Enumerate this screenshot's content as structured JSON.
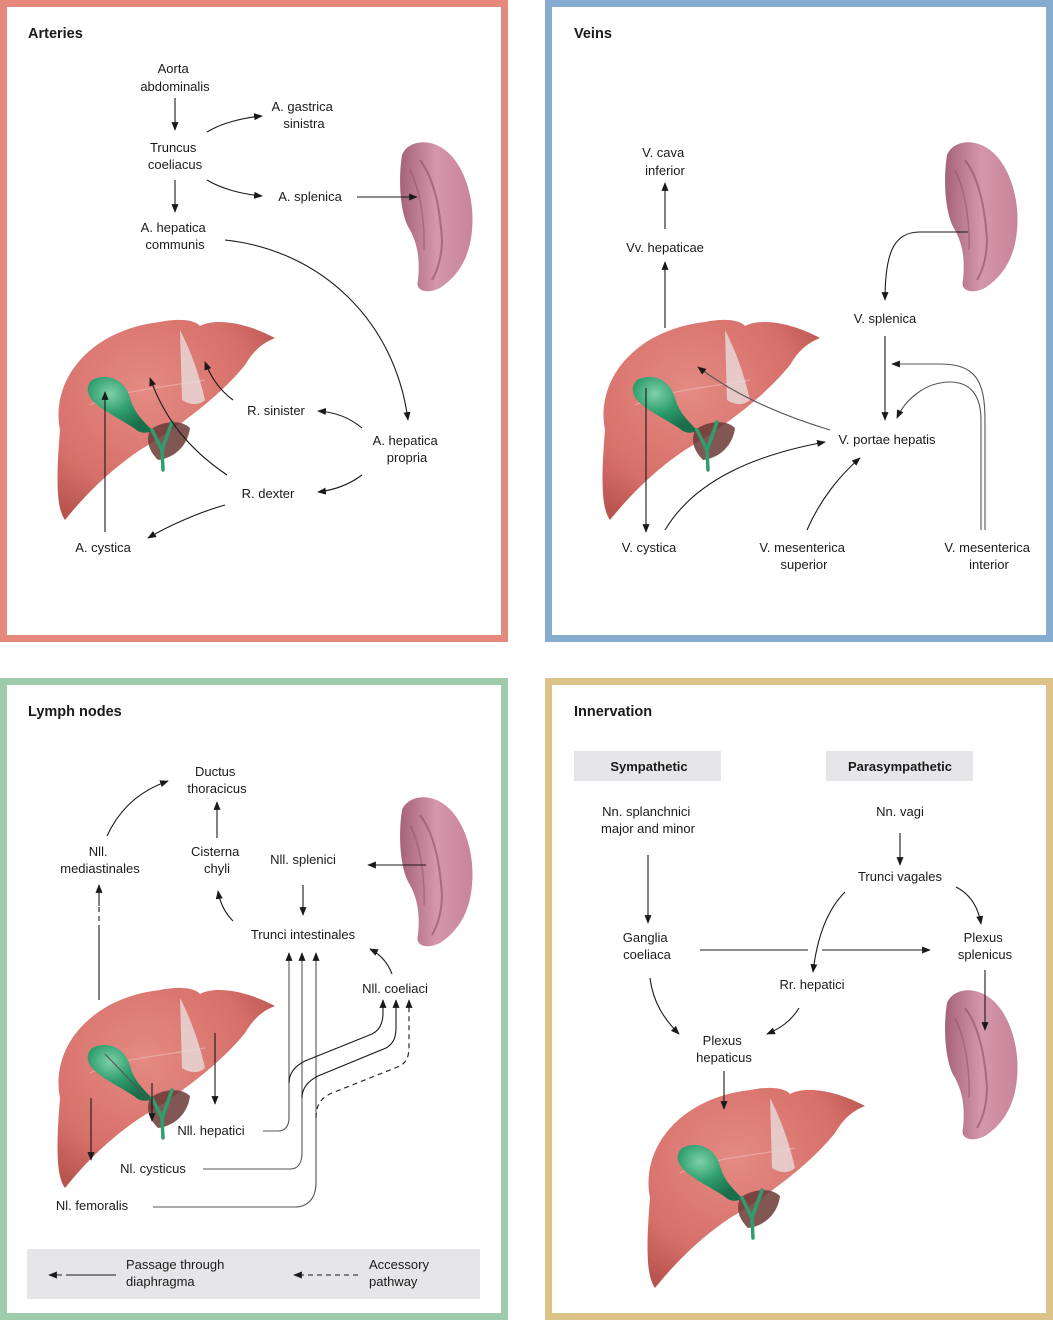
{
  "panels": {
    "arteries": {
      "title": "Arteries",
      "border_color": "#e4897c",
      "labels": {
        "aorta": [
          "Aorta",
          "abdominalis"
        ],
        "truncus": [
          "Truncus",
          "coeliacus"
        ],
        "gastrica": [
          "A. gastrica",
          "sinistra"
        ],
        "splenica": [
          "A. splenica"
        ],
        "hepatica_communis": [
          "A. hepatica",
          "communis"
        ],
        "hepatica_propria": [
          "A. hepatica",
          "propria"
        ],
        "r_sinister": [
          "R. sinister"
        ],
        "r_dexter": [
          "R. dexter"
        ],
        "cystica": [
          "A. cystica"
        ]
      }
    },
    "veins": {
      "title": "Veins",
      "border_color": "#86adcf",
      "labels": {
        "cava": [
          "V. cava",
          "inferior"
        ],
        "hepaticae": [
          "Vv. hepaticae"
        ],
        "splenica": [
          "V. splenica"
        ],
        "portae": [
          "V. portae hepatis"
        ],
        "cystica": [
          "V. cystica"
        ],
        "mes_sup": [
          "V. mesenterica",
          "superior"
        ],
        "mes_inf": [
          "V. mesenterica",
          "interior"
        ]
      }
    },
    "lymph": {
      "title": "Lymph nodes",
      "border_color": "#9ecbaa",
      "labels": {
        "ductus": [
          "Ductus",
          "thoracicus"
        ],
        "mediastinales": [
          "Nll.",
          "mediastinales"
        ],
        "cisterna": [
          "Cisterna",
          "chyli"
        ],
        "splenici": [
          "Nll. splenici"
        ],
        "trunci": [
          "Trunci intestinales"
        ],
        "coeliaci": [
          "Nll. coeliaci"
        ],
        "hepatici": [
          "Nll. hepatici"
        ],
        "cysticus": [
          "Nl. cysticus"
        ],
        "femoralis": [
          "Nl. femoralis"
        ]
      },
      "legend": {
        "passage": [
          "Passage through",
          "diaphragma"
        ],
        "accessory": [
          "Accessory",
          "pathway"
        ]
      }
    },
    "innervation": {
      "title": "Innervation",
      "border_color": "#dcc488",
      "headers": {
        "sympathetic": "Sympathetic",
        "parasympathetic": "Parasympathetic"
      },
      "labels": {
        "splanchnici": [
          "Nn. splanchnici",
          "major and minor"
        ],
        "vagi": [
          "Nn. vagi"
        ],
        "trunci_vagales": [
          "Trunci vagales"
        ],
        "ganglia": [
          "Ganglia",
          "coeliaca"
        ],
        "plexus_splenicus": [
          "Plexus",
          "splenicus"
        ],
        "rr_hepatici": [
          "Rr. hepatici"
        ],
        "plexus_hepaticus": [
          "Plexus",
          "hepaticus"
        ]
      }
    }
  },
  "colors": {
    "liver": "#d9736e",
    "liver_dark": "#b9544f",
    "gallbladder": "#2e9e6e",
    "spleen": "#c9849a",
    "legend_bg": "#e6e6e8",
    "header_bg": "#e6e6e8"
  }
}
